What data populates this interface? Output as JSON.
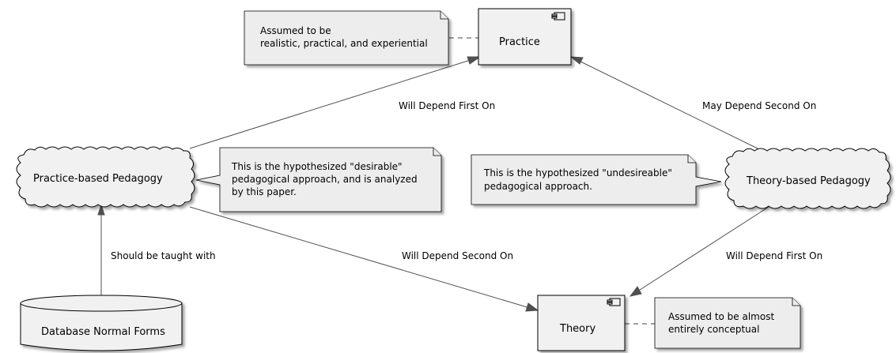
{
  "nodes": {
    "practice": {
      "label": "Practice"
    },
    "theory": {
      "label": "Theory"
    },
    "practice_pedagogy": {
      "label": "Practice-based Pedagogy"
    },
    "theory_pedagogy": {
      "label": "Theory-based Pedagogy"
    },
    "database": {
      "label": "Database Normal Forms"
    }
  },
  "notes": {
    "practice_note": {
      "lines": [
        "Assumed to be",
        "realistic, practical, and experiential"
      ]
    },
    "practice_pedagogy_note": {
      "lines": [
        "This is the hypothesized \"desirable\"",
        "pedagogical approach, and is analyzed",
        "by this paper."
      ]
    },
    "theory_pedagogy_note": {
      "lines": [
        "This is the hypothesized \"undesireable\"",
        "pedagogical approach."
      ]
    },
    "theory_note": {
      "lines": [
        "Assumed to be almost",
        "entirely conceptual"
      ]
    }
  },
  "edges": {
    "practice_ped_to_practice": {
      "label": "Will Depend First On"
    },
    "theory_ped_to_practice": {
      "label": "May Depend Second On"
    },
    "practice_ped_to_theory": {
      "label": "Will Depend Second On"
    },
    "theory_ped_to_theory": {
      "label": "Will Depend First On"
    },
    "database_to_practice_ped": {
      "label": "Should be taught with"
    }
  }
}
